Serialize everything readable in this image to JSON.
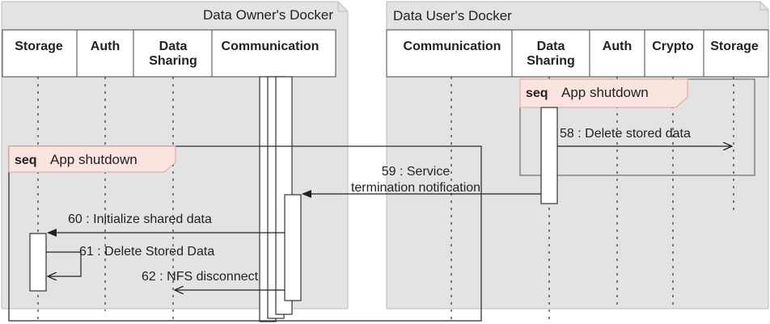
{
  "owner": {
    "title": "Data Owner's Docker",
    "lifelines": {
      "storage": "Storage",
      "auth": "Auth",
      "data_sharing": [
        "Data",
        "Sharing"
      ],
      "communication": "Communication"
    }
  },
  "user": {
    "title": "Data User's Docker",
    "lifelines": {
      "communication": "Communication",
      "data_sharing": [
        "Data",
        "Sharing"
      ],
      "auth": "Auth",
      "crypto": "Crypto",
      "storage": "Storage"
    }
  },
  "fragments": [
    {
      "keyword": "seq",
      "label": "App shutdown"
    },
    {
      "keyword": "seq",
      "label": "App shutdown"
    }
  ],
  "messages": {
    "m58": "58 : Delete stored data",
    "m59": [
      "59 : Service",
      "termination notification"
    ],
    "m60": "60 : Initialize shared data",
    "m61": "61 : Delete Stored Data",
    "m62": "62 : NFS disconnect"
  },
  "colors": {
    "container": "#e3e3e3",
    "frame": "#333333",
    "fragment_tag": "#fbe3df",
    "fragment_tag_border": "#e2a39b"
  }
}
